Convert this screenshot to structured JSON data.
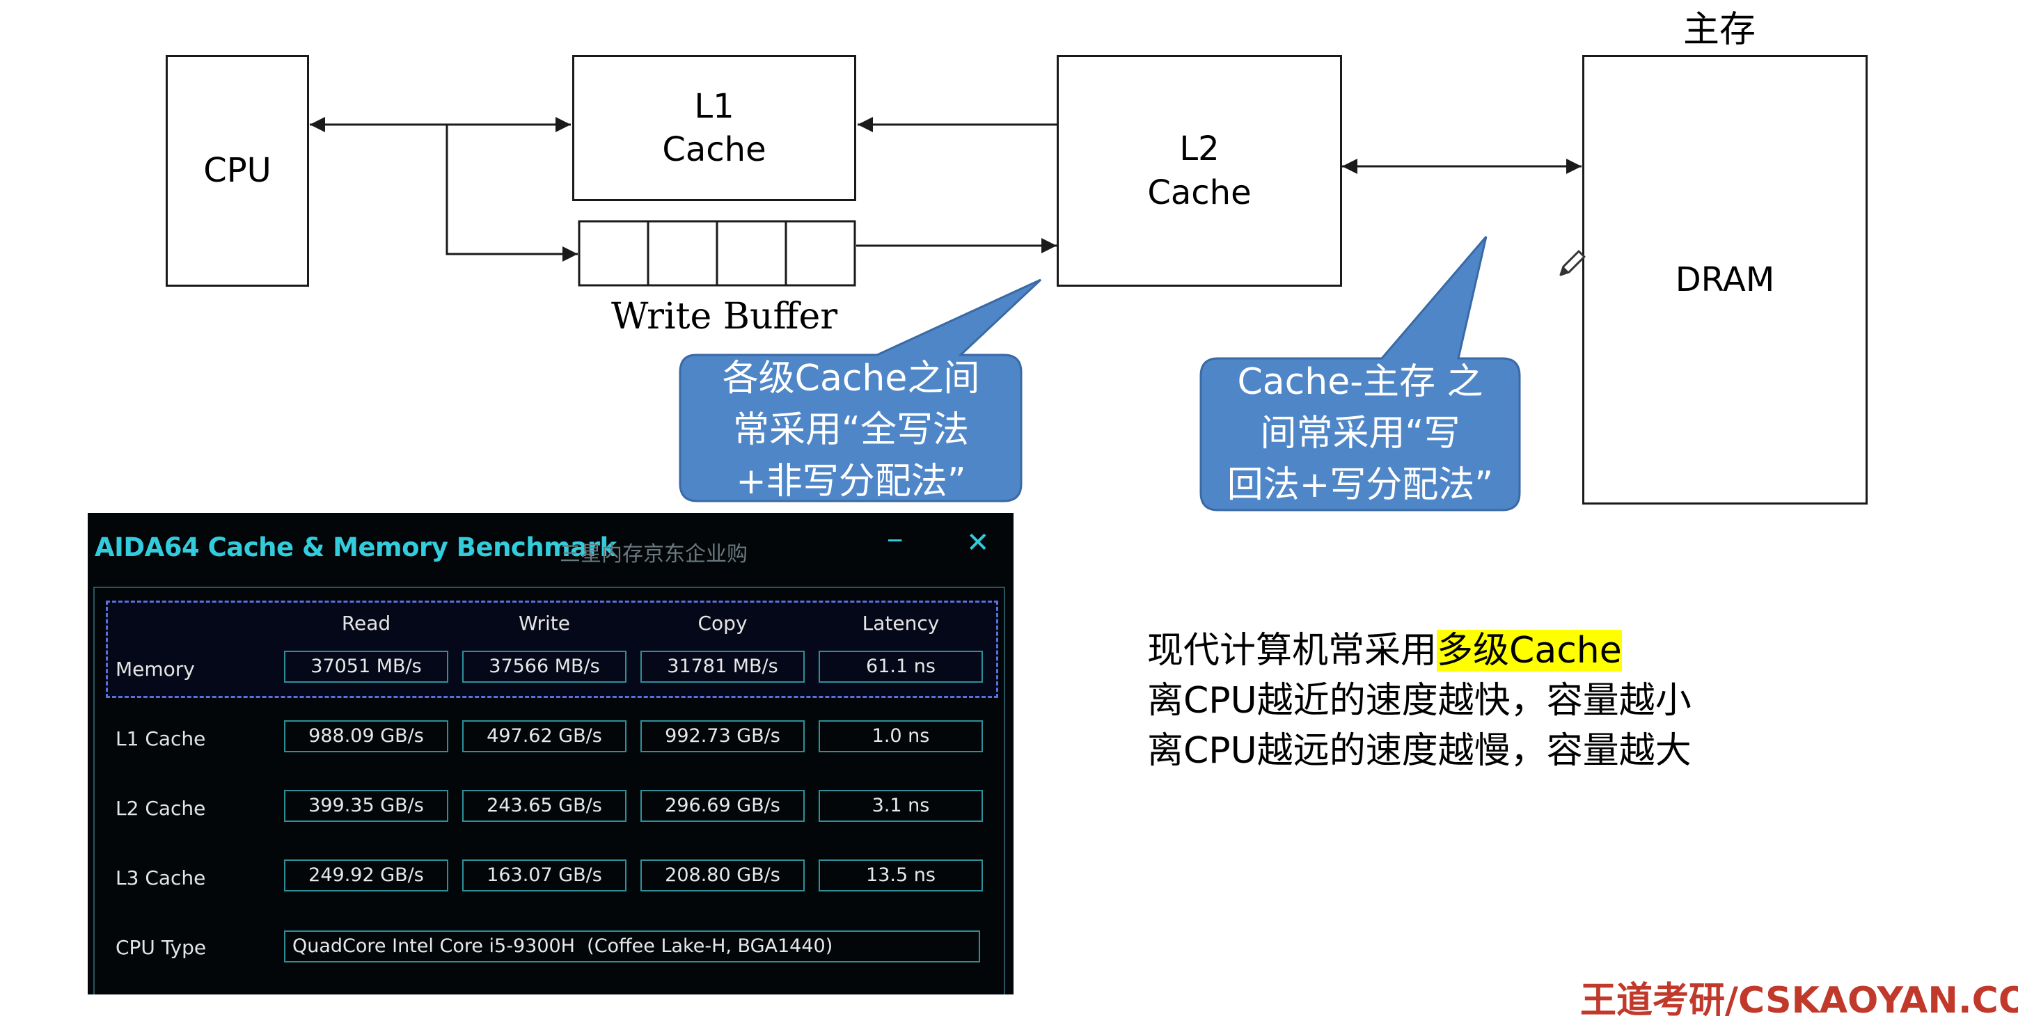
{
  "diagram": {
    "nodes": {
      "cpu": "CPU",
      "l1": "L1\nCache",
      "l2": "L2\nCache",
      "dram": "DRAM",
      "main_memory_label": "主存",
      "write_buffer_label": "Write Buffer"
    },
    "callouts": {
      "left": "各级Cache之间\n常采用“全写法\n+非写分配法”",
      "right": "Cache-主存 之\n间常采用“写\n回法+写分配法”"
    },
    "colors": {
      "callout_fill": "#4f86c8",
      "callout_border": "#3a6aa5",
      "highlight": "#ffff00"
    }
  },
  "benchmark": {
    "title": "AIDA64 Cache & Memory Benchmark",
    "subtitle": "三星内存京东企业购",
    "minimize": "−",
    "close": "✕",
    "columns": [
      "Read",
      "Write",
      "Copy",
      "Latency"
    ],
    "rows": [
      {
        "label": "Memory",
        "values": [
          "37051 MB/s",
          "37566 MB/s",
          "31781 MB/s",
          "61.1 ns"
        ]
      },
      {
        "label": "L1 Cache",
        "values": [
          "988.09 GB/s",
          "497.62 GB/s",
          "992.73 GB/s",
          "1.0 ns"
        ]
      },
      {
        "label": "L2 Cache",
        "values": [
          "399.35 GB/s",
          "243.65 GB/s",
          "296.69 GB/s",
          "3.1 ns"
        ]
      },
      {
        "label": "L3 Cache",
        "values": [
          "249.92 GB/s",
          "163.07 GB/s",
          "208.80 GB/s",
          "13.5 ns"
        ]
      }
    ],
    "cpu_type_label": "CPU Type",
    "cpu_type_value": "QuadCore Intel Core i5-9300H  (Coffee Lake-H, BGA1440)"
  },
  "notes": {
    "line1_prefix": "现代计算机常采用",
    "line1_highlight": "多级Cache",
    "line2": "离CPU越近的速度越快，容量越小",
    "line3": "离CPU越远的速度越慢，容量越大"
  },
  "watermark": "王道考研/CSKAOYAN.COM",
  "icons": {
    "cursor": "pencil-icon"
  }
}
